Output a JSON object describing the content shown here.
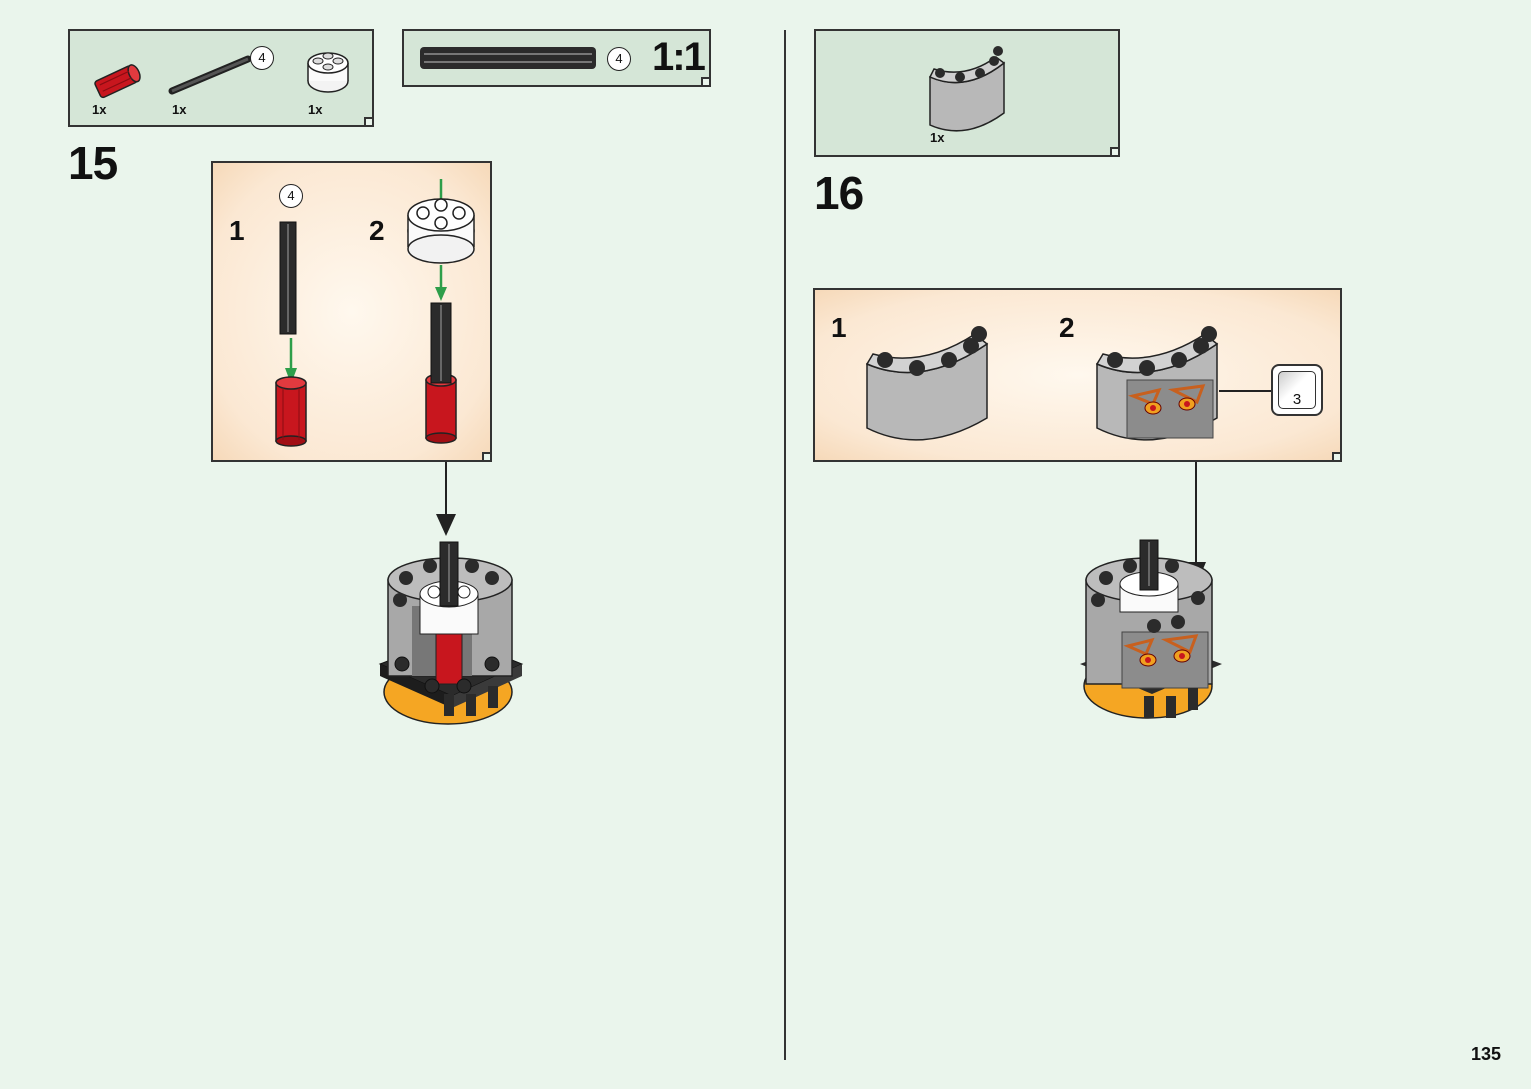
{
  "page_number": "135",
  "step15": {
    "number": "15",
    "parts": [
      {
        "name": "red-axle-connector",
        "qty": "1x"
      },
      {
        "name": "dark-axle",
        "qty": "1x",
        "length": "4"
      },
      {
        "name": "white-round-brick",
        "qty": "1x"
      }
    ],
    "axle_ruler": {
      "length": "4",
      "scale": "1:1"
    },
    "substeps": [
      {
        "number": "1",
        "callout": "4"
      },
      {
        "number": "2"
      }
    ]
  },
  "step16": {
    "number": "16",
    "parts": [
      {
        "name": "gray-curved-wall",
        "qty": "1x"
      }
    ],
    "substeps": [
      {
        "number": "1"
      },
      {
        "number": "2",
        "sticker": "3"
      }
    ]
  },
  "colors": {
    "background": "#eaf5ec",
    "parts_box": "#d5e6d7",
    "substep_box": "#fbe8d3",
    "arrow_green": "#2e9e4a",
    "brick_red": "#c8161e",
    "brick_gray": "#a8a8a8",
    "brick_dark": "#2b2b2b",
    "brick_orange": "#f5a623"
  }
}
